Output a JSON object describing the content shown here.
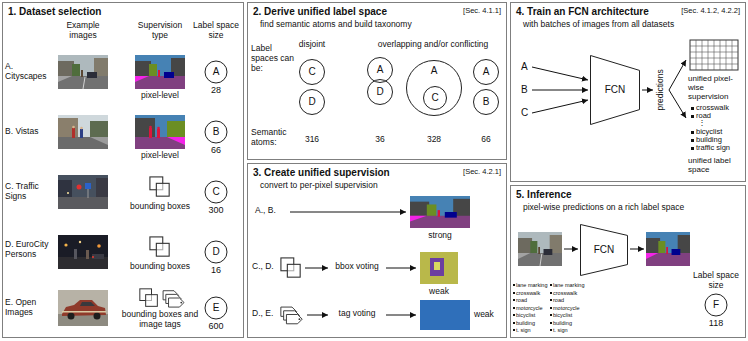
{
  "diagram": {
    "nodes": [
      {
        "text": [
          "1. Dataset selection"
        ]
      },
      {
        "text": [
          "A",
          "28"
        ],
        "in": 0
      },
      {
        "text": [
          "B",
          "66"
        ],
        "in": 0
      },
      {
        "text": [
          "C",
          "300"
        ],
        "in": 0
      },
      {
        "text": [
          "D",
          "16"
        ],
        "in": 0
      },
      {
        "text": [
          "E",
          "600"
        ],
        "in": 0
      },
      {
        "text": [
          "2. Derive unified label space",
          "[Sec. 4.1.1]",
          "find semantic atoms and build taxonomy"
        ]
      },
      {
        "text": [
          "C"
        ],
        "in": 6
      },
      {
        "text": [
          "D"
        ],
        "in": 6
      },
      {
        "text": [
          "A"
        ],
        "in": 6
      },
      {
        "text": [
          "D"
        ],
        "in": 6
      },
      {
        "text": [
          "A"
        ],
        "in": 6
      },
      {
        "text": [
          "C"
        ],
        "in": 11
      },
      {
        "text": [
          "A"
        ],
        "in": 6
      },
      {
        "text": [
          "B"
        ],
        "in": 6
      },
      {
        "text": [
          "3. Create unified supervision",
          "[Sec. 4.2.1]",
          "convert to per-pixel supervision"
        ]
      },
      {
        "text": [
          "4. Train an FCN architecture",
          "[Sec. 4.1.2, 4.2.2]",
          "with batches of images from all datasets"
        ]
      },
      {
        "text": [
          "FCN"
        ],
        "in": 16
      },
      {
        "text": [
          "5. Inference",
          "pixel-wise predictions on a rich label space"
        ]
      },
      {
        "text": [
          "FCN"
        ],
        "in": 18
      },
      {
        "text": [
          "F",
          "118"
        ],
        "in": 18
      }
    ],
    "labels": [
      "Example images",
      "Supervision type",
      "Label space size",
      "A. Cityscapes",
      "pixel-level",
      "B. Vistas",
      "pixel-level",
      "C. Traffic Signs",
      "bounding boxes",
      "D. EuroCity Persons",
      "bounding boxes",
      "E. Open Images",
      "bounding boxes and image tags",
      "Label spaces can be:",
      "disjoint",
      "overlapping and/or conflicting",
      "Semantic atoms:",
      "316",
      "36",
      "328",
      "66",
      "A., B.",
      "strong",
      "C., D.",
      "bbox voting",
      "weak",
      "D., E.",
      "tag voting",
      "weak",
      "A",
      "B",
      "C",
      "predictions",
      "unified pixel-wise supervision",
      "crosswalk",
      "road",
      "⋮",
      "bicyclist",
      "building",
      "traffic sign",
      "unified label space",
      "lane marking",
      "crosswalk",
      "road",
      "motorcycle",
      "bicyclist",
      "building",
      "t. sign",
      "lane marking",
      "crosswalk",
      "road",
      "motorcycle",
      "bicyclist",
      "building",
      "t. sign",
      "Label space size"
    ]
  }
}
